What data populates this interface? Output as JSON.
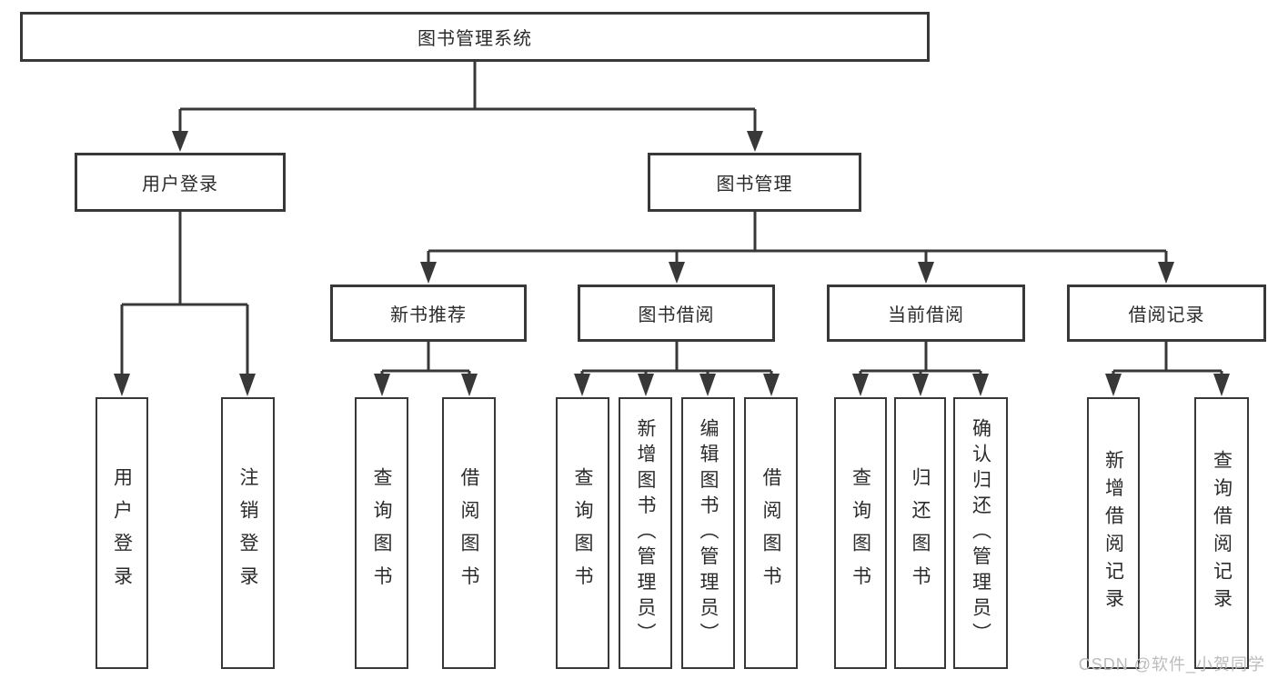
{
  "tree": {
    "root": {
      "label": "图书管理系统"
    },
    "branches": [
      {
        "label": "用户登录",
        "children": [
          {
            "label": "用户登录"
          },
          {
            "label": "注销登录"
          }
        ]
      },
      {
        "label": "图书管理",
        "children": [
          {
            "label": "新书推荐",
            "children": [
              {
                "label": "查询图书"
              },
              {
                "label": "借阅图书"
              }
            ]
          },
          {
            "label": "图书借阅",
            "children": [
              {
                "label": "查询图书"
              },
              {
                "label": "新增图书（管理员）"
              },
              {
                "label": "编辑图书（管理员）"
              },
              {
                "label": "借阅图书"
              }
            ]
          },
          {
            "label": "当前借阅",
            "children": [
              {
                "label": "查询图书"
              },
              {
                "label": "归还图书"
              },
              {
                "label": "确认归还（管理员）"
              }
            ]
          },
          {
            "label": "借阅记录",
            "children": [
              {
                "label": "新增借阅记录"
              },
              {
                "label": "查询借阅记录"
              }
            ]
          }
        ]
      }
    ]
  },
  "watermark": {
    "text": "CSDN @软件_小贺同学"
  },
  "colors": {
    "line": "#383838",
    "text": "#2b2b2b",
    "watermark": "#bcbcbc",
    "background": "#ffffff"
  }
}
